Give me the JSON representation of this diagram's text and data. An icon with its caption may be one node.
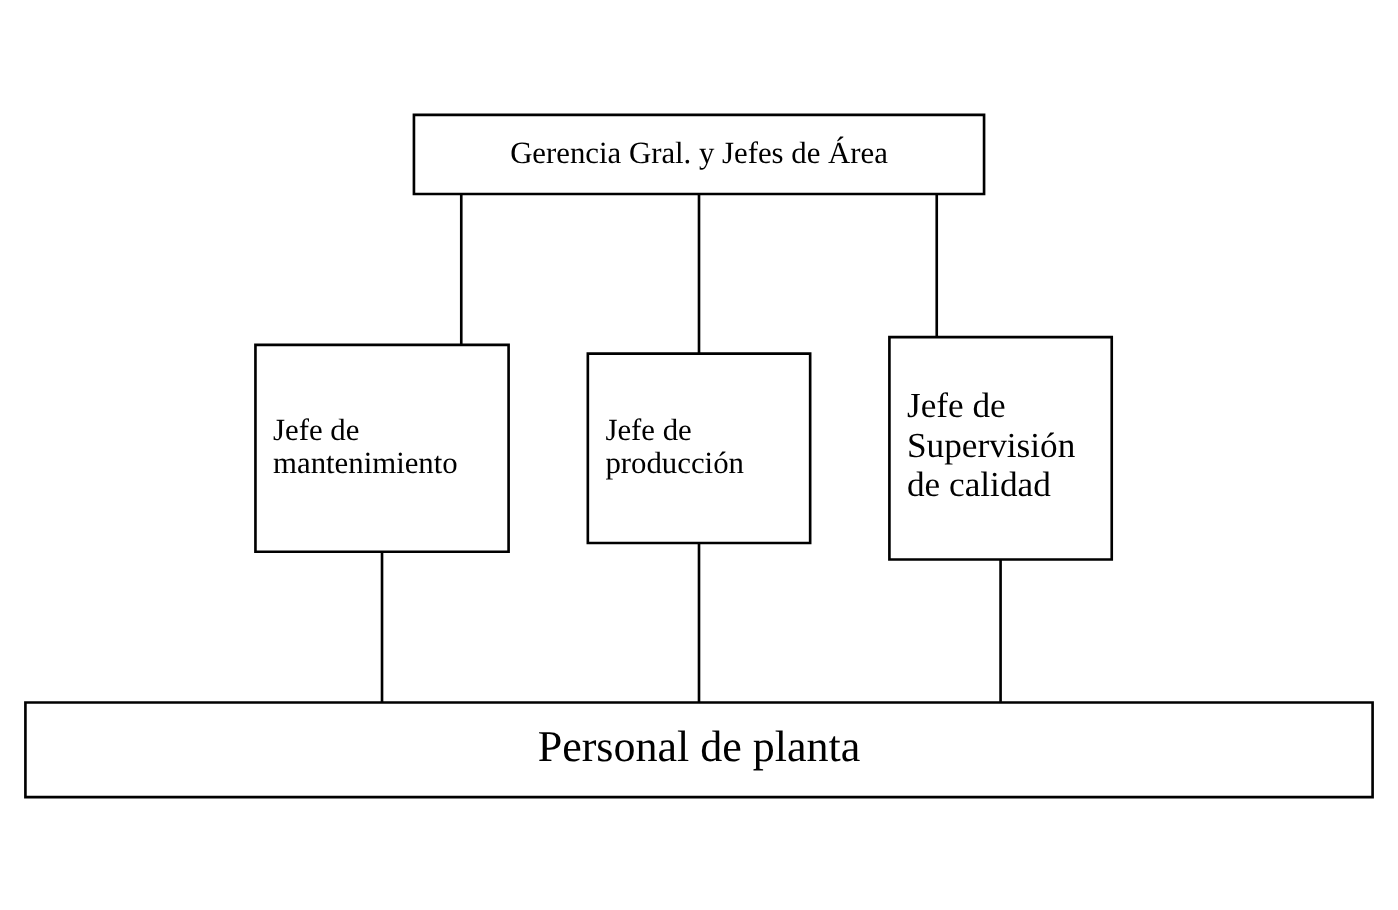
{
  "diagram": {
    "nodes": [
      {
        "text": [
          "Gerencia Gral. y Jefes de Área"
        ]
      },
      {
        "text": [
          "Jefe de mantenimiento"
        ]
      },
      {
        "text": [
          "Jefe de producción"
        ]
      },
      {
        "text": [
          "Jefe de Supervisión de calidad"
        ]
      },
      {
        "text": [
          "Personal de planta"
        ]
      }
    ],
    "edges": [
      {
        "from": 0,
        "to": 1,
        "arrow": "none"
      },
      {
        "from": 0,
        "to": 2,
        "arrow": "none"
      },
      {
        "from": 0,
        "to": 3,
        "arrow": "none"
      },
      {
        "from": 1,
        "to": 4,
        "arrow": "none"
      },
      {
        "from": 2,
        "to": 4,
        "arrow": "none"
      },
      {
        "from": 3,
        "to": 4,
        "arrow": "none"
      }
    ]
  }
}
